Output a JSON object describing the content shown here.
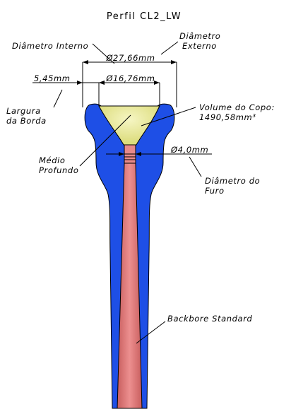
{
  "title": "Perfil CL2_LW",
  "labels": {
    "outer_diameter_l1": "Diâmetro",
    "outer_diameter_l2": "Externo",
    "outer_diameter_value": "Ø27,66mm",
    "inner_diameter": "Diâmetro Interno",
    "inner_diameter_value": "Ø16,76mm",
    "rim_width_value": "5,45mm",
    "rim_width_l1": "Largura",
    "rim_width_l2": "da Borda",
    "cup_volume_l1": "Volume do Copo:",
    "cup_volume_l2": "1490,58mm³",
    "throat_value": "Ø4,0mm",
    "cup_depth_l1": "Médio",
    "cup_depth_l2": "Profundo",
    "bore_l1": "Diâmetro do",
    "bore_l2": "Furo",
    "backbore": "Backbore Standard"
  },
  "colors": {
    "body": "#1e4fe6",
    "cup": "#ecec9a",
    "backbore": "#e07a7a",
    "outline": "#000000"
  }
}
